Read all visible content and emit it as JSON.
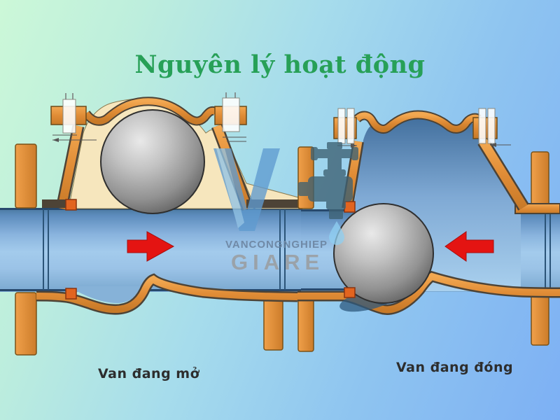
{
  "title": {
    "text": "Nguyên lý hoạt động",
    "color": "#27a057"
  },
  "valves": {
    "left": {
      "label": "Van đang mở",
      "state": "open",
      "flow_direction": "right",
      "ball_position": "raised-in-chamber"
    },
    "right": {
      "label": "Van đang đóng",
      "state": "closed",
      "flow_direction": "left",
      "ball_position": "seated-blocking-flow"
    }
  },
  "watermark": {
    "brand_line1": "VANCONGNGHIEP",
    "brand_line2": "GIARE"
  },
  "colors": {
    "background_start": "#ccf8d8",
    "background_end": "#7db0f4",
    "valve_body_orange": "#e08c36",
    "body_interior_cream": "#f6e6bd",
    "pipe_blue": "#a3cbec",
    "chamber_blue": "#7fa9d4",
    "ball_gray": "#9a9a9a",
    "arrow_red": "#e41412",
    "seal_orange": "#e2641f",
    "title_green": "#27a057",
    "label_text": "#2d2d2d",
    "watermark_blue": "#5f9bd0",
    "watermark_teal": "#3d6173",
    "watermark_gray": "#9a9a9a"
  }
}
